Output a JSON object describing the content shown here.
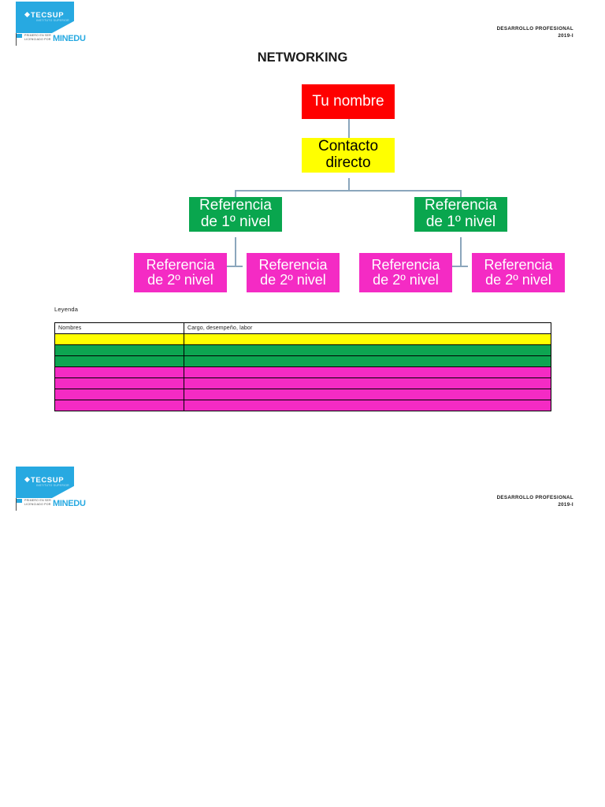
{
  "header": {
    "logo": {
      "tecsup_name": "TECSUP",
      "tecsup_tagline": "INSTITUTO SUPERIOR",
      "minedu_line1": "PRIMERO EN SER",
      "minedu_line2": "LICENCIADO POR",
      "minedu_name": "MINEDU"
    },
    "course": "DESARROLLO PROFESIONAL",
    "term": "2019-I"
  },
  "footer": {
    "logo": {
      "tecsup_name": "TECSUP",
      "tecsup_tagline": "INSTITUTO SUPERIOR",
      "minedu_line1": "PRIMERO EN SER",
      "minedu_line2": "LICENCIADO POR",
      "minedu_name": "MINEDU"
    },
    "course": "DESARROLLO PROFESIONAL",
    "term": "2019-I"
  },
  "title": "NETWORKING",
  "chart_data": {
    "type": "diagram",
    "title": "NETWORKING",
    "nodes": [
      {
        "id": "root",
        "label": "Tu nombre",
        "level": 0,
        "color": "#FF0000"
      },
      {
        "id": "c1",
        "label": "Contacto directo",
        "level": 1,
        "color": "#FFFF00"
      },
      {
        "id": "ref1a",
        "label": "Referencia de 1º nivel",
        "level": 2,
        "color": "#09A64E"
      },
      {
        "id": "ref1b",
        "label": "Referencia de 1º nivel",
        "level": 2,
        "color": "#09A64E"
      },
      {
        "id": "ref2a",
        "label": "Referencia de 2º nivel",
        "level": 3,
        "color": "#F42BC4"
      },
      {
        "id": "ref2b",
        "label": "Referencia de 2º nivel",
        "level": 3,
        "color": "#F42BC4"
      },
      {
        "id": "ref2c",
        "label": "Referencia de 2º nivel",
        "level": 3,
        "color": "#F42BC4"
      },
      {
        "id": "ref2d",
        "label": "Referencia de 2º nivel",
        "level": 3,
        "color": "#F42BC4"
      }
    ],
    "edges": [
      {
        "from": "root",
        "to": "c1"
      },
      {
        "from": "c1",
        "to": "ref1a"
      },
      {
        "from": "c1",
        "to": "ref1b"
      },
      {
        "from": "ref1a",
        "to": "ref2a"
      },
      {
        "from": "ref1a",
        "to": "ref2b"
      },
      {
        "from": "ref1b",
        "to": "ref2c"
      },
      {
        "from": "ref1b",
        "to": "ref2d"
      }
    ],
    "connector_color": "#8BA6BC"
  },
  "boxes": {
    "root": {
      "line1": "Tu nombre"
    },
    "contact": {
      "line1": "Contacto",
      "line2": "directo"
    },
    "ref1_left": {
      "line1": "Referencia",
      "line2": "de 1º nivel"
    },
    "ref1_right": {
      "line1": "Referencia",
      "line2": "de 1º nivel"
    },
    "ref2_1": {
      "line1": "Referencia",
      "line2": "de 2º nivel"
    },
    "ref2_2": {
      "line1": "Referencia",
      "line2": "de 2º nivel"
    },
    "ref2_3": {
      "line1": "Referencia",
      "line2": "de 2º nivel"
    },
    "ref2_4": {
      "line1": "Referencia",
      "line2": "de 2º nivel"
    }
  },
  "legend": {
    "caption": "Leyenda",
    "columns": [
      "Nombres",
      "Cargo, desempeño, labor"
    ],
    "rows": [
      {
        "nombres": "",
        "cargo": "",
        "color": "#FFFF00"
      },
      {
        "nombres": "",
        "cargo": "",
        "color": "#0DA551"
      },
      {
        "nombres": "",
        "cargo": "",
        "color": "#0DA551"
      },
      {
        "nombres": "",
        "cargo": "",
        "color": "#F42BC4"
      },
      {
        "nombres": "",
        "cargo": "",
        "color": "#F42BC4"
      },
      {
        "nombres": "",
        "cargo": "",
        "color": "#F42BC4"
      },
      {
        "nombres": "",
        "cargo": "",
        "color": "#F42BC4"
      }
    ]
  }
}
